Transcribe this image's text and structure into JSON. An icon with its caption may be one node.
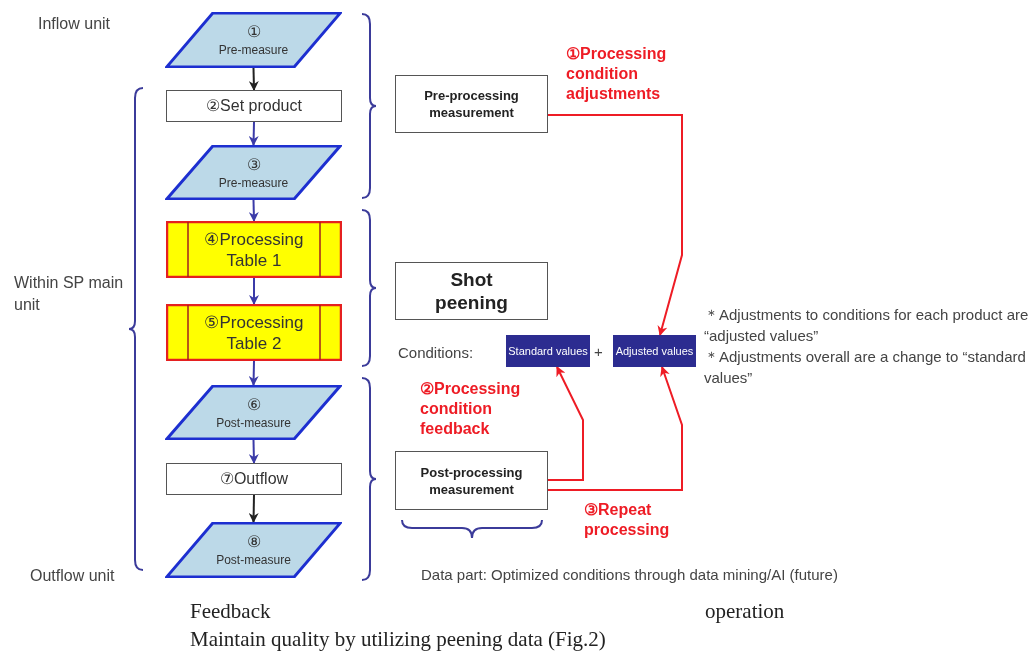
{
  "diagram": {
    "caption": "Maintain quality by utilizing peening data (Fig.2)",
    "nodes": [
      {
        "text": [
          "①",
          "Pre-measure"
        ]
      },
      {
        "text": [
          "②Set product"
        ]
      },
      {
        "text": [
          "③",
          "Pre-measure"
        ]
      },
      {
        "text": [
          "④Processing Table 1"
        ]
      },
      {
        "text": [
          "⑤Processing Table 2"
        ]
      },
      {
        "text": [
          "⑥",
          "Post-measure"
        ]
      },
      {
        "text": [
          "⑦Outflow"
        ]
      },
      {
        "text": [
          "⑧",
          "Post-measure"
        ]
      },
      {
        "text": [
          "Pre-processing measurement"
        ]
      },
      {
        "text": [
          "Shot peening"
        ]
      },
      {
        "text": [
          "Standard values"
        ]
      },
      {
        "text": [
          "Adjusted values"
        ]
      },
      {
        "text": [
          "Post-processing measurement"
        ]
      }
    ],
    "edges": [
      {
        "from": 0,
        "to": 1,
        "arrow": "to",
        "color": "#222222"
      },
      {
        "from": 1,
        "to": 2,
        "arrow": "to"
      },
      {
        "from": 2,
        "to": 3,
        "arrow": "to"
      },
      {
        "from": 3,
        "to": 4,
        "arrow": "to"
      },
      {
        "from": 4,
        "to": 5,
        "arrow": "to"
      },
      {
        "from": 5,
        "to": 6,
        "arrow": "to"
      },
      {
        "from": 6,
        "to": 7,
        "arrow": "to",
        "color": "#222222"
      },
      {
        "from": 8,
        "to": 11,
        "arrow": "to",
        "label": "①Processing condition adjustments",
        "color": "#ee1c25"
      },
      {
        "from": 12,
        "to": 10,
        "arrow": "to",
        "label": "②Processing condition feedback",
        "color": "#ee1c25"
      },
      {
        "from": 12,
        "to": 11,
        "arrow": "to",
        "label": "③Repeat processing",
        "color": "#ee1c25"
      }
    ],
    "labels": [
      "Inflow unit",
      "Within SP main unit",
      "Outflow unit",
      "Conditions:",
      "+",
      "＊Adjustments to conditions for each product are “adjusted values”",
      "＊Adjustments overall are a change to “standard values”",
      "Data part: Optimized conditions through data mining/AI (future)",
      "Feedback",
      "operation"
    ]
  }
}
